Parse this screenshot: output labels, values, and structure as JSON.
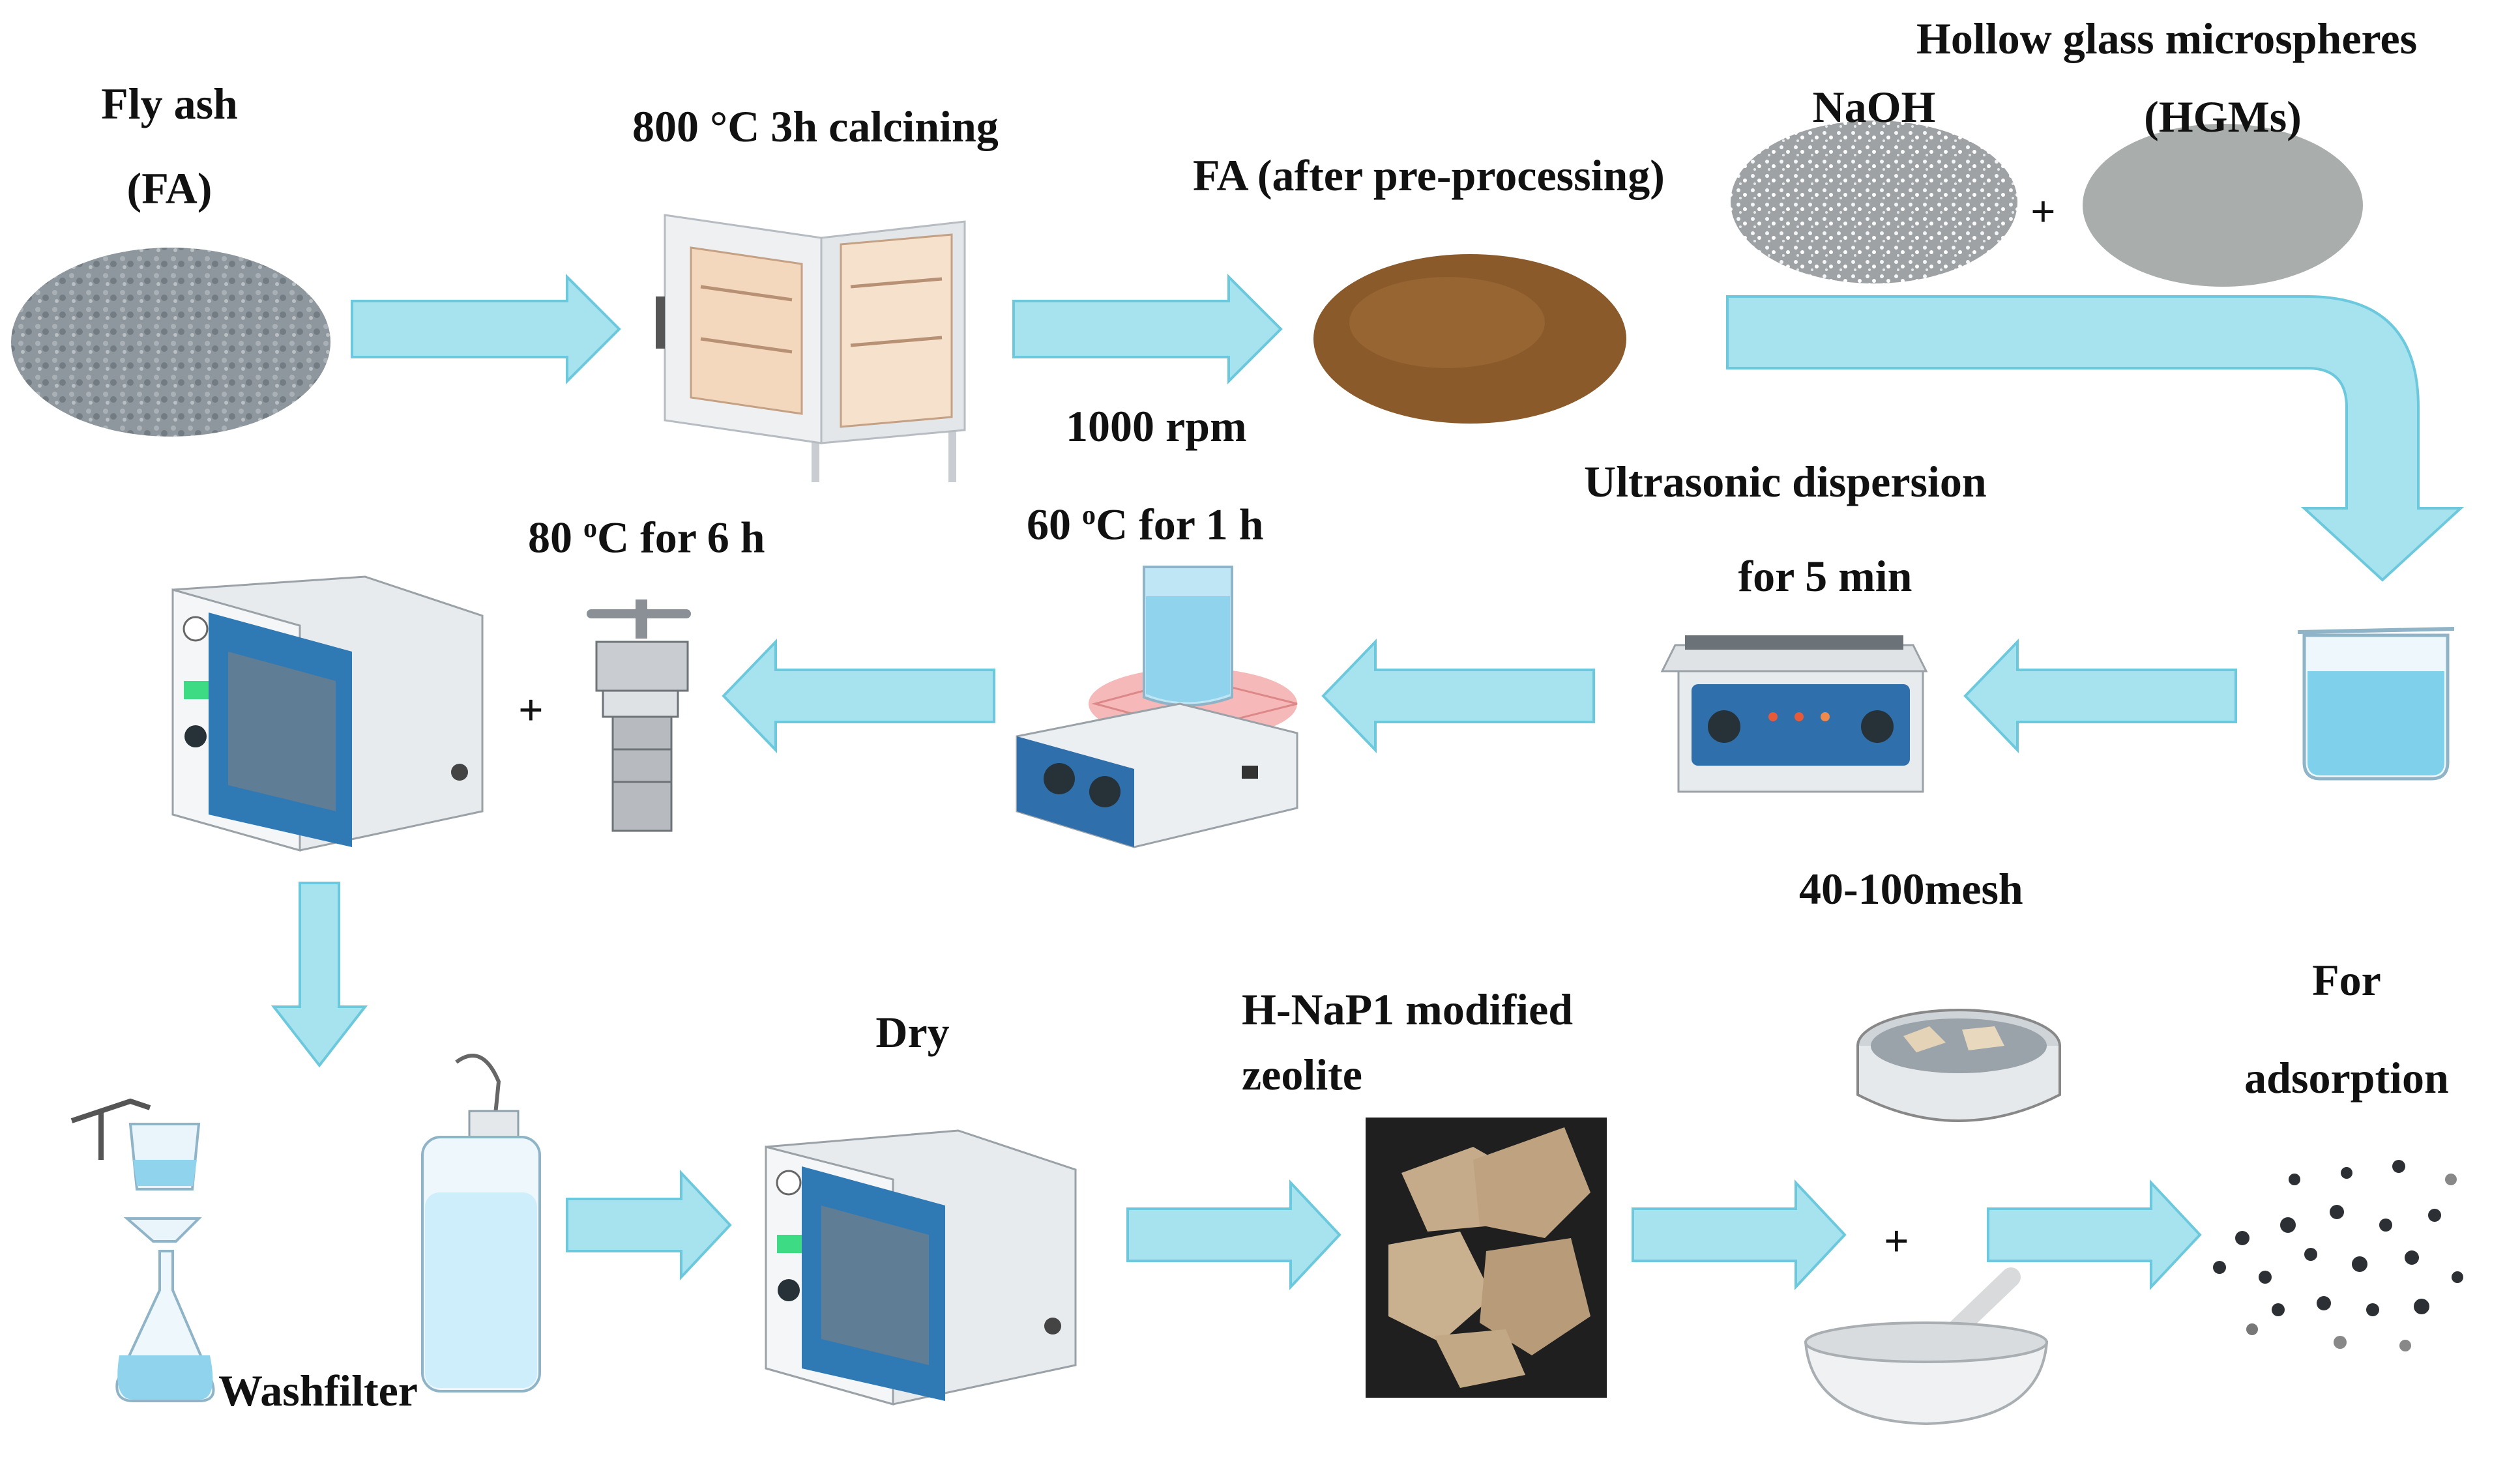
{
  "labels": {
    "fly_ash_line1": "Fly ash",
    "fly_ash_line2": "(FA)",
    "calcining": "800 °C 3h calcining",
    "fa_pre": "FA (after pre-processing)",
    "hgm_line1": "Hollow glass microspheres",
    "hgm_line2": "(HGMs)",
    "naoh": "NaOH",
    "rpm": "1000 rpm",
    "ultrasonic_line1": "Ultrasonic dispersion",
    "ultrasonic_line2": "for 5 min",
    "heat_60_pre": "60 ",
    "heat_60_sup": "o",
    "heat_60_post": "C for 1 h",
    "heat_80_pre": "80 ",
    "heat_80_sup": "o",
    "heat_80_post": "C for 6 h",
    "mesh": "40-100mesh",
    "for_line1": "For",
    "for_line2": "adsorption",
    "zeolite_line1": "H-NaP1 modified",
    "zeolite_line2": "zeolite",
    "dry": "Dry",
    "washfilter": "Washfilter",
    "plus": "+"
  },
  "colors": {
    "arrow_fill": "#a6e3ef",
    "arrow_stroke": "#6cc8dc",
    "oven_blue": "#2f79b5",
    "fly_ash": "#8e979d",
    "fa_processed": "#8a5a2b",
    "hgm": "#a9adab",
    "zeolite": "#c5ab8a"
  },
  "icons": [
    "fly-ash-sample",
    "muffle-furnace-icon",
    "processed-fa-sample",
    "naoh-pellets",
    "hgm-powder",
    "beaker-icon",
    "ultrasonic-bath-icon",
    "hotplate-stirrer-icon",
    "autoclave-icon",
    "drying-oven-icon",
    "vacuum-filter-icon",
    "wash-bottle-icon",
    "zeolite-photo",
    "sieve-icon",
    "mortar-pestle-icon",
    "particles-icon"
  ]
}
